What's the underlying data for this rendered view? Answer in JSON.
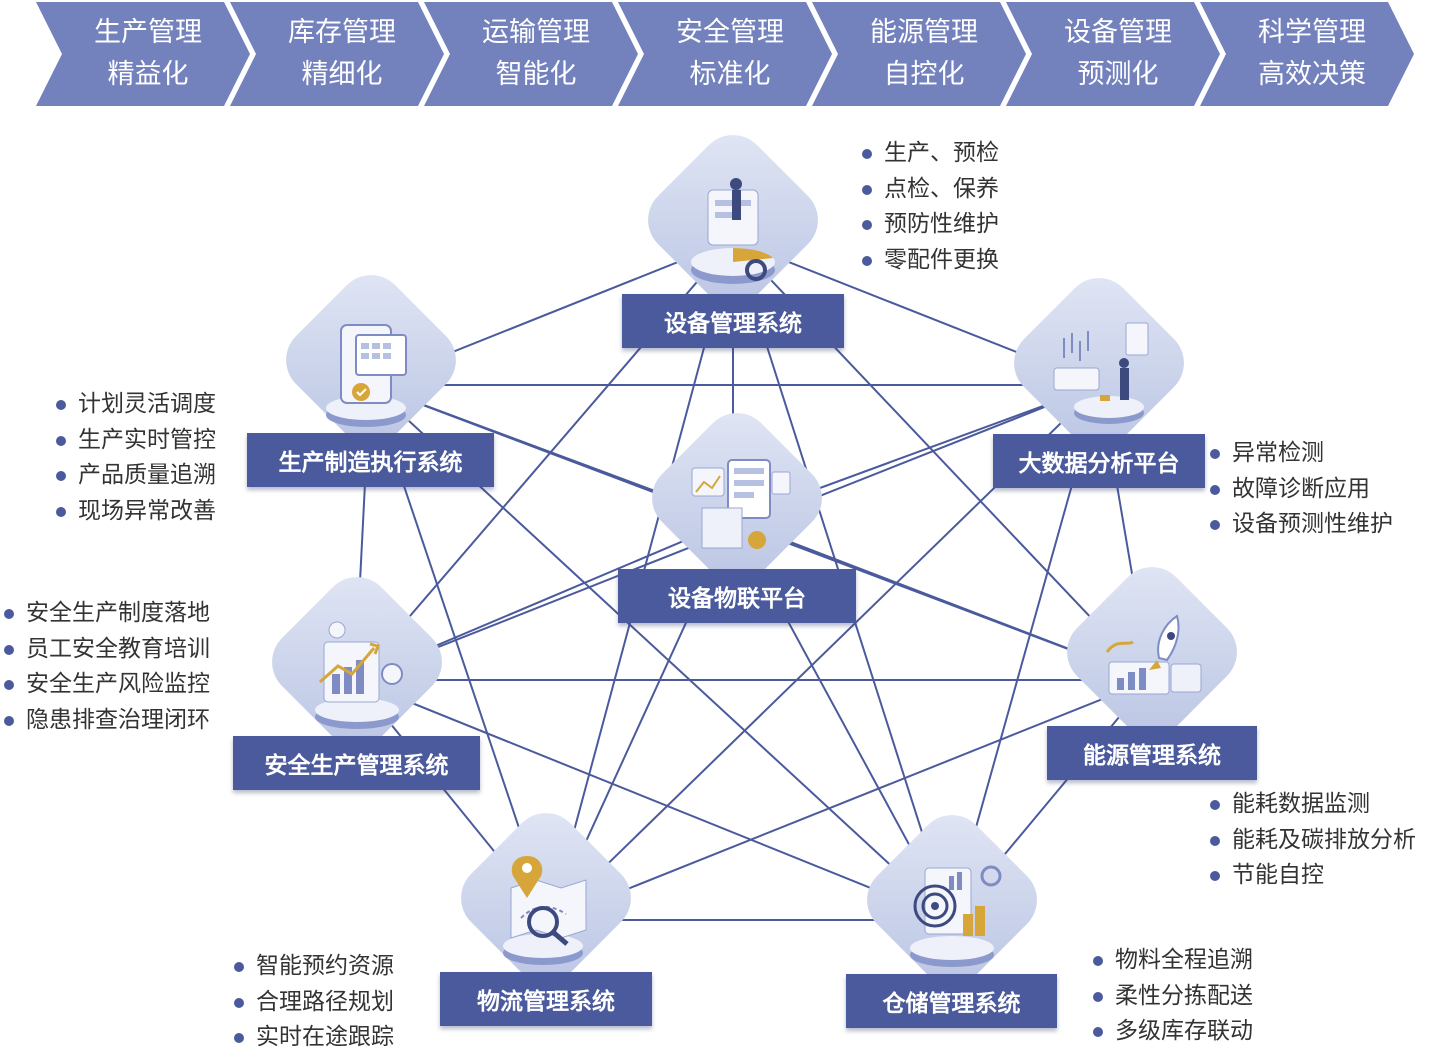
{
  "banner": [
    {
      "line1": "生产管理",
      "line2": "精益化"
    },
    {
      "line1": "库存管理",
      "line2": "精细化"
    },
    {
      "line1": "运输管理",
      "line2": "智能化"
    },
    {
      "line1": "安全管理",
      "line2": "标准化"
    },
    {
      "line1": "能源管理",
      "line2": "自控化"
    },
    {
      "line1": "设备管理",
      "line2": "预测化"
    },
    {
      "line1": "科学管理",
      "line2": "高效决策"
    }
  ],
  "nodes": {
    "equipment": {
      "label": "设备管理系统",
      "icon": "equipment-analytics-icon",
      "features": [
        "生产、预检",
        "点检、保养",
        "预防性维护",
        "零配件更换"
      ]
    },
    "mes": {
      "label": "生产制造执行系统",
      "icon": "calendar-tablet-icon",
      "features": [
        "计划灵活调度",
        "生产实时管控",
        "产品质量追溯",
        "现场异常改善"
      ]
    },
    "bigdata": {
      "label": "大数据分析平台",
      "icon": "data-analyst-icon",
      "features": [
        "异常检测",
        "故障诊断应用",
        "设备预测性维护"
      ]
    },
    "iot": {
      "label": "设备物联平台",
      "icon": "iot-dashboard-icon",
      "features": []
    },
    "safety": {
      "label": "安全生产管理系统",
      "icon": "growth-chart-icon",
      "features": [
        "安全生产制度落地",
        "员工安全教育培训",
        "安全生产风险监控",
        "隐患排查治理闭环"
      ]
    },
    "energy": {
      "label": "能源管理系统",
      "icon": "rocket-chart-icon",
      "features": [
        "能耗数据监测",
        "能耗及碳排放分析",
        "节能自控"
      ]
    },
    "logistics": {
      "label": "物流管理系统",
      "icon": "map-pin-icon",
      "features": [
        "智能预约资源",
        "合理路径规划",
        "实时在途跟踪"
      ]
    },
    "warehouse": {
      "label": "仓储管理系统",
      "icon": "target-chart-icon",
      "features": [
        "物料全程追溯",
        "柔性分拣配送",
        "多级库存联动"
      ]
    }
  },
  "colors": {
    "banner": "#7381bd",
    "label": "#4b5a9c",
    "line": "#4b5a9c",
    "diamond": "#c7d0ea"
  }
}
